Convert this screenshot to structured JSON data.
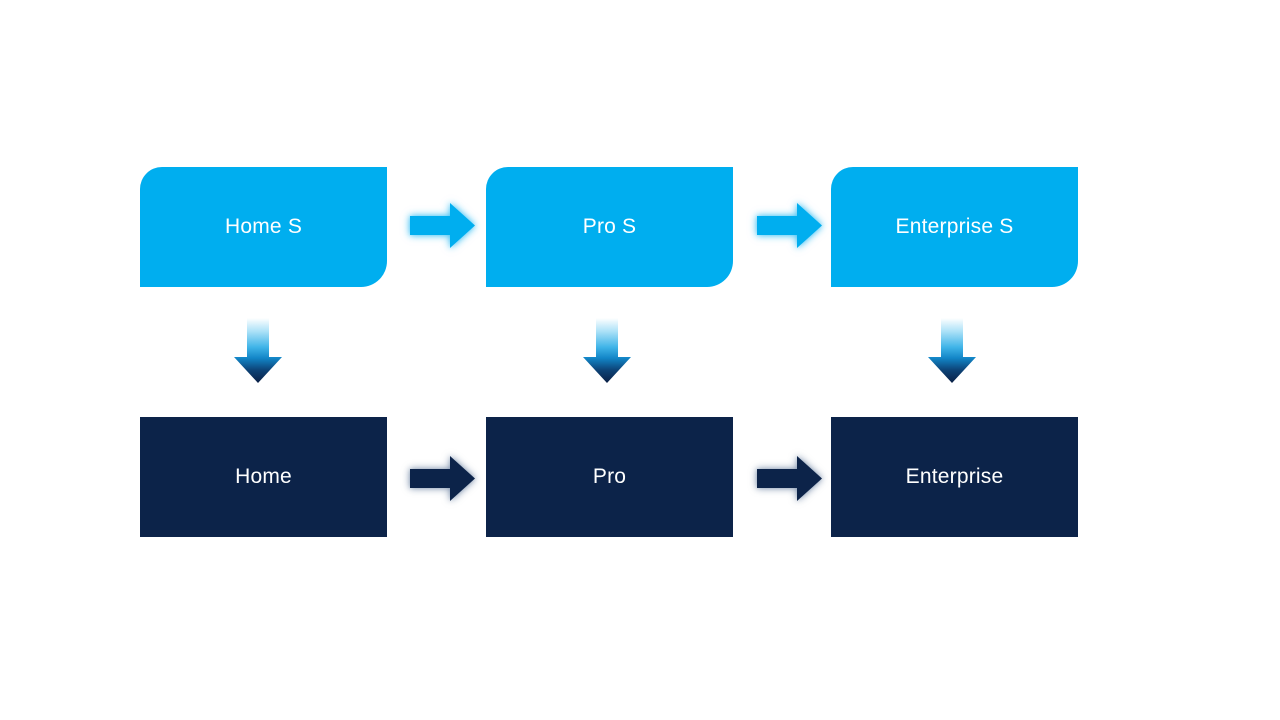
{
  "diagram": {
    "background": "#FFFFFF",
    "colors": {
      "background": "#FFFFFF",
      "top_box": "#00AEEF",
      "bottom_box": "#0C2349",
      "label_text": "#FFFFFF"
    },
    "down_arrow_gradient": [
      "#FFFFFF",
      "#AEE2F8",
      "#3FB4E8",
      "#1285C6",
      "#0D4377",
      "#0A1F44"
    ],
    "top_row": [
      {
        "label": "Home S"
      },
      {
        "label": "Pro S"
      },
      {
        "label": "Enterprise S"
      }
    ],
    "bottom_row": [
      {
        "label": "Home"
      },
      {
        "label": "Pro"
      },
      {
        "label": "Enterprise"
      }
    ]
  }
}
